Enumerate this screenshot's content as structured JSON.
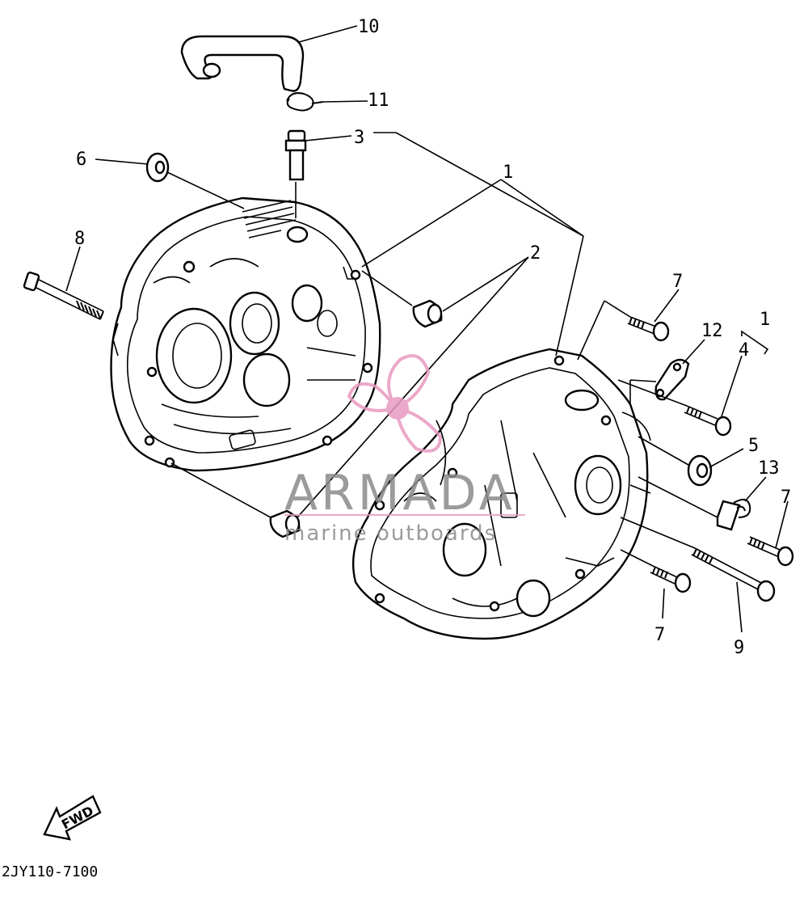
{
  "callouts": {
    "c1": "1",
    "c2": "2",
    "c3": "3",
    "c4": "4",
    "c5": "5",
    "c6": "6",
    "c7a": "7",
    "c7b": "7",
    "c7c": "7",
    "c8": "8",
    "c9": "9",
    "c10": "10",
    "c11": "11",
    "c12": "12",
    "c13": "13",
    "c1b": "1"
  },
  "watermark": {
    "brand": "ARMADA",
    "tagline": "marine outboards",
    "color_logo": "#e89ac0",
    "color_text": "#8a8a8a"
  },
  "fwd_label": "FWD",
  "diagram_code": "2JY110-7100"
}
